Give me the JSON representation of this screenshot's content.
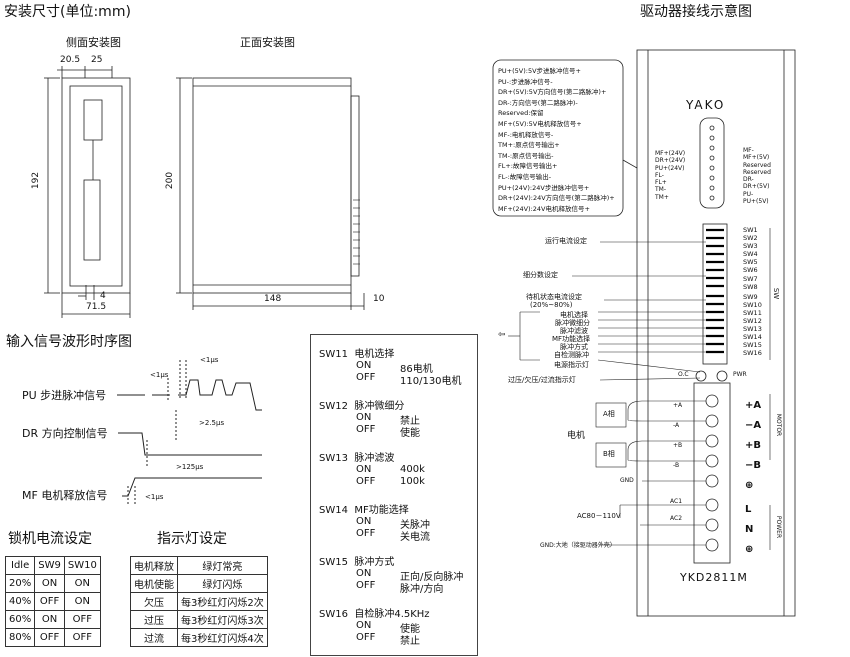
{
  "install": {
    "title": "安装尺寸(单位:mm)",
    "side_title": "侧面安装图",
    "front_title": "正面安装图",
    "dims": {
      "w20_5": "20.5",
      "w25": "25",
      "h192": "192",
      "d4": "4",
      "w71_5": "71.5",
      "h200": "200",
      "w148": "148",
      "w10": "10"
    }
  },
  "wiring": {
    "title": "驱动器接线示意图",
    "brand": "YAKO",
    "model": "YKD2811M",
    "legend": [
      "PU+(5V):5V步进脉冲信号+",
      "PU-:步进脉冲信号-",
      "DR+(5V):5V方向信号(第二路脉冲)+",
      "DR-:方向信号(第二路脉冲)-",
      "Reserved:保留",
      "MF+(5V):5V电机释放信号+",
      "MF-:电机释放信号-",
      "TM+:原点信号输出+",
      "TM-:原点信号输出-",
      "FL+:故障信号输出+",
      "FL-:故障信号输出-",
      "PU+(24V):24V步进脉冲信号+",
      "DR+(24V):24V方向信号(第二路脉冲)+",
      "MF+(24V):24V电机释放信号+"
    ],
    "pins_left": [
      "MF+(24V)",
      "DR+(24V)",
      "PU+(24V)",
      "FL-",
      "FL+",
      "TM-",
      "TM+"
    ],
    "pins_right": [
      "MF-",
      "MF+(5V)",
      "Reserved",
      "Reserved",
      "DR-",
      "DR+(5V)",
      "PU-",
      "PU+(5V)"
    ],
    "sw_labels": [
      "SW1",
      "SW2",
      "SW3",
      "SW4",
      "SW5",
      "SW6",
      "SW7",
      "SW8",
      "SW9",
      "SW10",
      "SW11",
      "SW12",
      "SW13",
      "SW14",
      "SW15",
      "SW16"
    ],
    "sw_side": "SW",
    "groups": {
      "run_current": "运行电流设定",
      "microstep": "细分数设定",
      "idle_current": "待机状态电流设定",
      "idle_range": "(20%~80%)",
      "motor_sel": "电机选择",
      "pulse_fine": "脉冲微细分",
      "pulse_filter": "脉冲滤波",
      "mf_select": "MF功能选择",
      "pulse_mode": "脉冲方式",
      "self_test": "自检测脉冲",
      "power_led": "电源指示灯",
      "fault_led": "过压/欠压/过流指示灯"
    },
    "led_oc": "O.C",
    "led_pwr": "PWR",
    "motor_label": "电机",
    "phase_a": "A相",
    "phase_b": "B相",
    "terms_left": [
      "+A",
      "-A",
      "+B",
      "-B",
      "GND"
    ],
    "terms_right": [
      "+A",
      "−A",
      "+B",
      "−B",
      "⊕",
      "L",
      "N",
      "⊕"
    ],
    "motor_side": "MOTOR",
    "power_side": "POWER",
    "ac1": "AC1",
    "ac2": "AC2",
    "ac_in": "AC80－110V",
    "gnd_note": "GND:大地（接驱动器外壳）"
  },
  "timing": {
    "title": "输入信号波形时序图",
    "pu": "PU 步进脉冲信号",
    "dr": "DR 方向控制信号",
    "mf": "MF 电机释放信号",
    "t1": "<1μs",
    "t2": "<1μs",
    "t3": ">2.5μs",
    "t4": ">125μs",
    "t5": "<1μs"
  },
  "lock_table": {
    "title": "锁机电流设定",
    "headers": [
      "Idle",
      "SW9",
      "SW10"
    ],
    "rows": [
      [
        "20%",
        "ON",
        "ON"
      ],
      [
        "40%",
        "OFF",
        "ON"
      ],
      [
        "60%",
        "ON",
        "OFF"
      ],
      [
        "80%",
        "OFF",
        "OFF"
      ]
    ]
  },
  "led_table": {
    "title": "指示灯设定",
    "rows": [
      [
        "电机释放",
        "绿灯常亮"
      ],
      [
        "电机使能",
        "绿灯闪烁"
      ],
      [
        "欠压",
        "每3秒红灯闪烁2次"
      ],
      [
        "过压",
        "每3秒红灯闪烁3次"
      ],
      [
        "过流",
        "每3秒红灯闪烁4次"
      ]
    ]
  },
  "switch_box": [
    {
      "sw": "SW11",
      "name": "电机选择",
      "on": "86电机",
      "off": "110/130电机"
    },
    {
      "sw": "SW12",
      "name": "脉冲微细分",
      "on": "禁止",
      "off": "使能"
    },
    {
      "sw": "SW13",
      "name": "脉冲滤波",
      "on": "400k",
      "off": "100k"
    },
    {
      "sw": "SW14",
      "name": "MF功能选择",
      "on": "关脉冲",
      "off": "关电流"
    },
    {
      "sw": "SW15",
      "name": "脉冲方式",
      "on": "正向/反向脉冲",
      "off": "脉冲/方向"
    },
    {
      "sw": "SW16",
      "name": "自检脉冲4.5KHz",
      "on": "使能",
      "off": "禁止"
    }
  ],
  "on_label": "ON",
  "off_label": "OFF"
}
